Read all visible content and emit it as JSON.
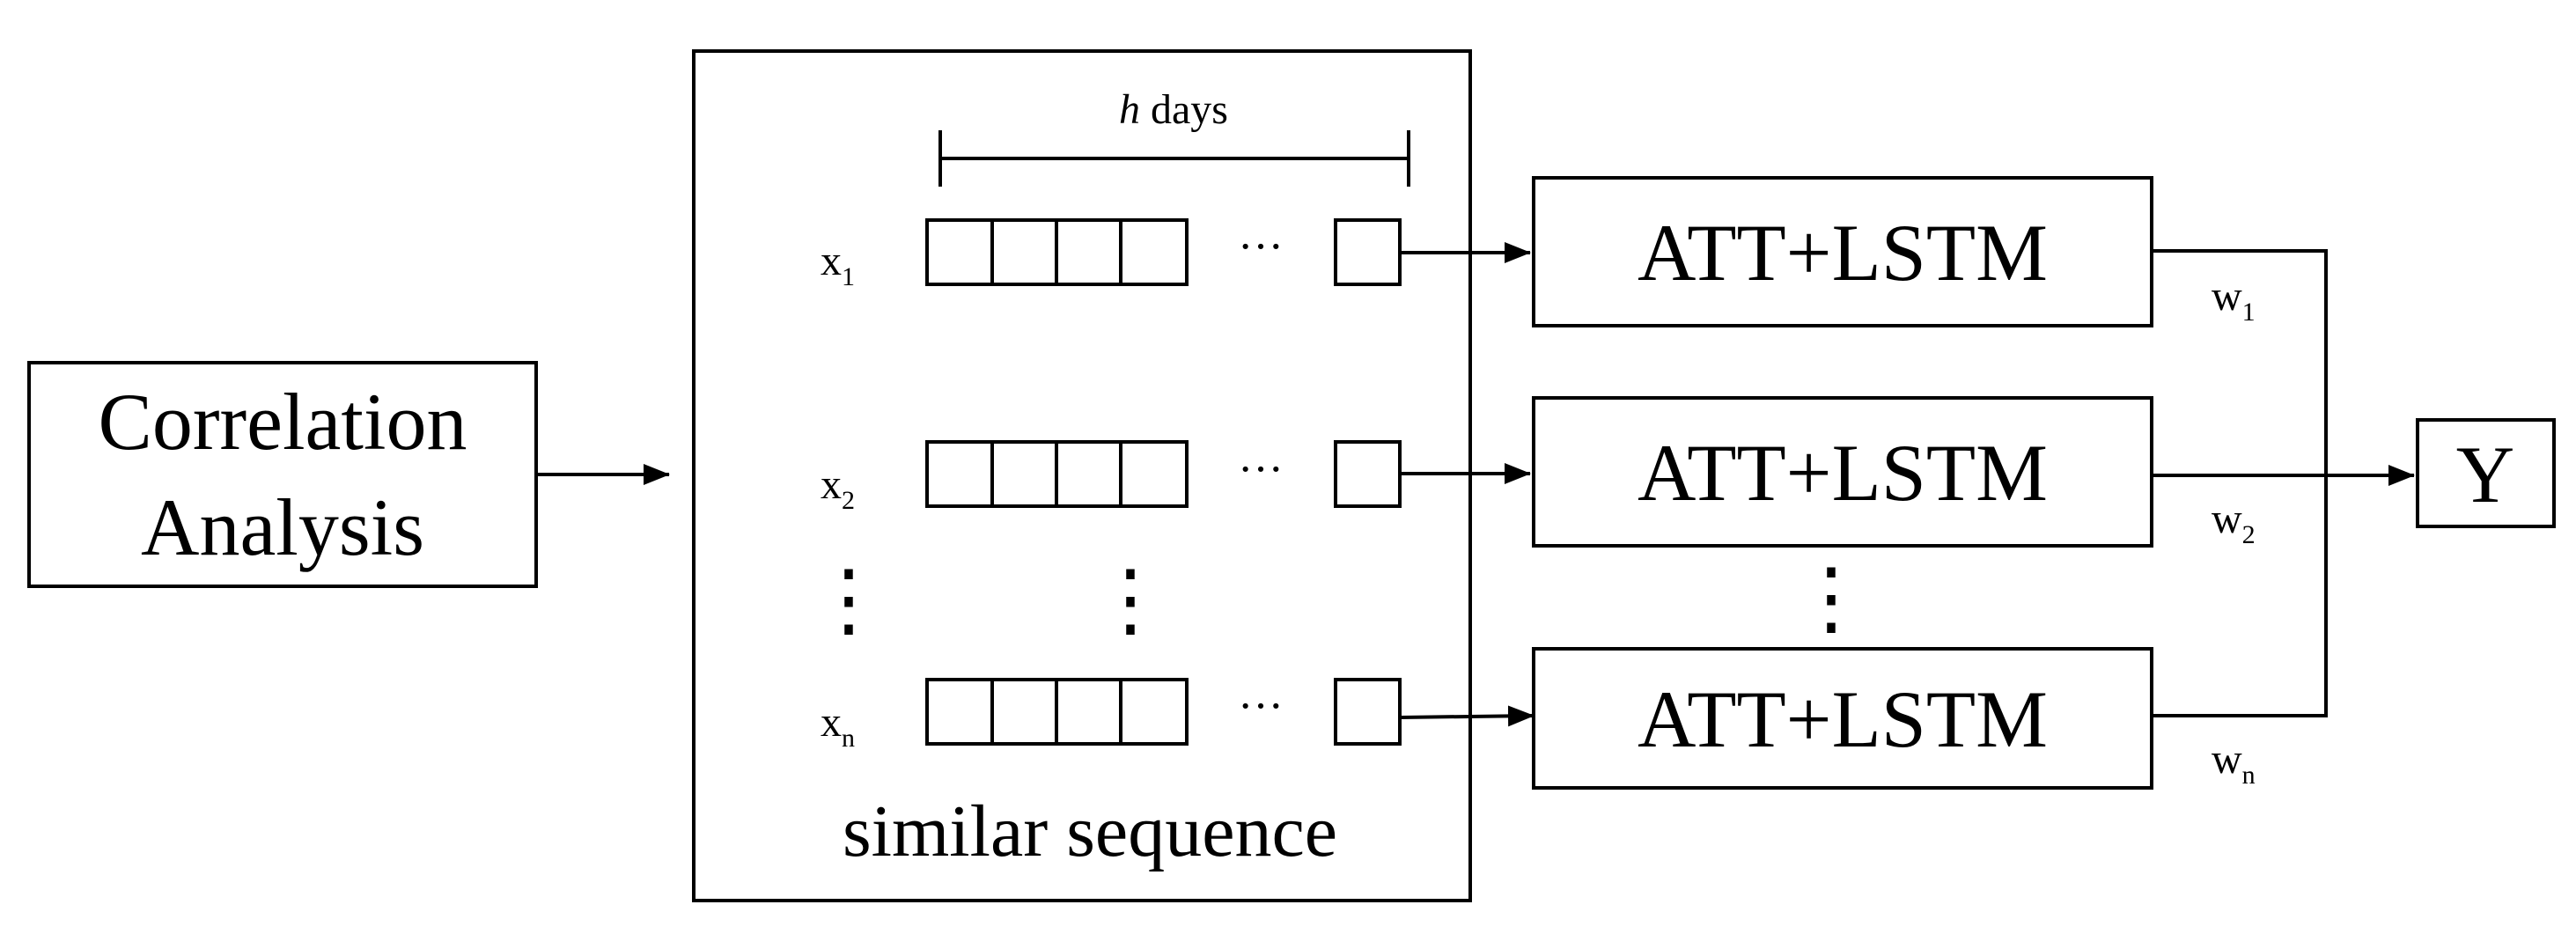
{
  "correlation": {
    "line1": "Correlation",
    "line2": "Analysis"
  },
  "window": {
    "length_var": "h",
    "length_unit": " days",
    "caption": "similar sequence",
    "rows": [
      {
        "var": "x",
        "sub": "1"
      },
      {
        "var": "x",
        "sub": "2"
      },
      {
        "var": "x",
        "sub": "n"
      }
    ],
    "hdots": "···",
    "vdots": "⋮"
  },
  "models": [
    {
      "label": "ATT+LSTM",
      "weight_var": "w",
      "weight_sub": "1"
    },
    {
      "label": "ATT+LSTM",
      "weight_var": "w",
      "weight_sub": "2"
    },
    {
      "label": "ATT+LSTM",
      "weight_var": "w",
      "weight_sub": "n"
    }
  ],
  "model_vdots": "⋮",
  "output": {
    "label": "Y"
  }
}
